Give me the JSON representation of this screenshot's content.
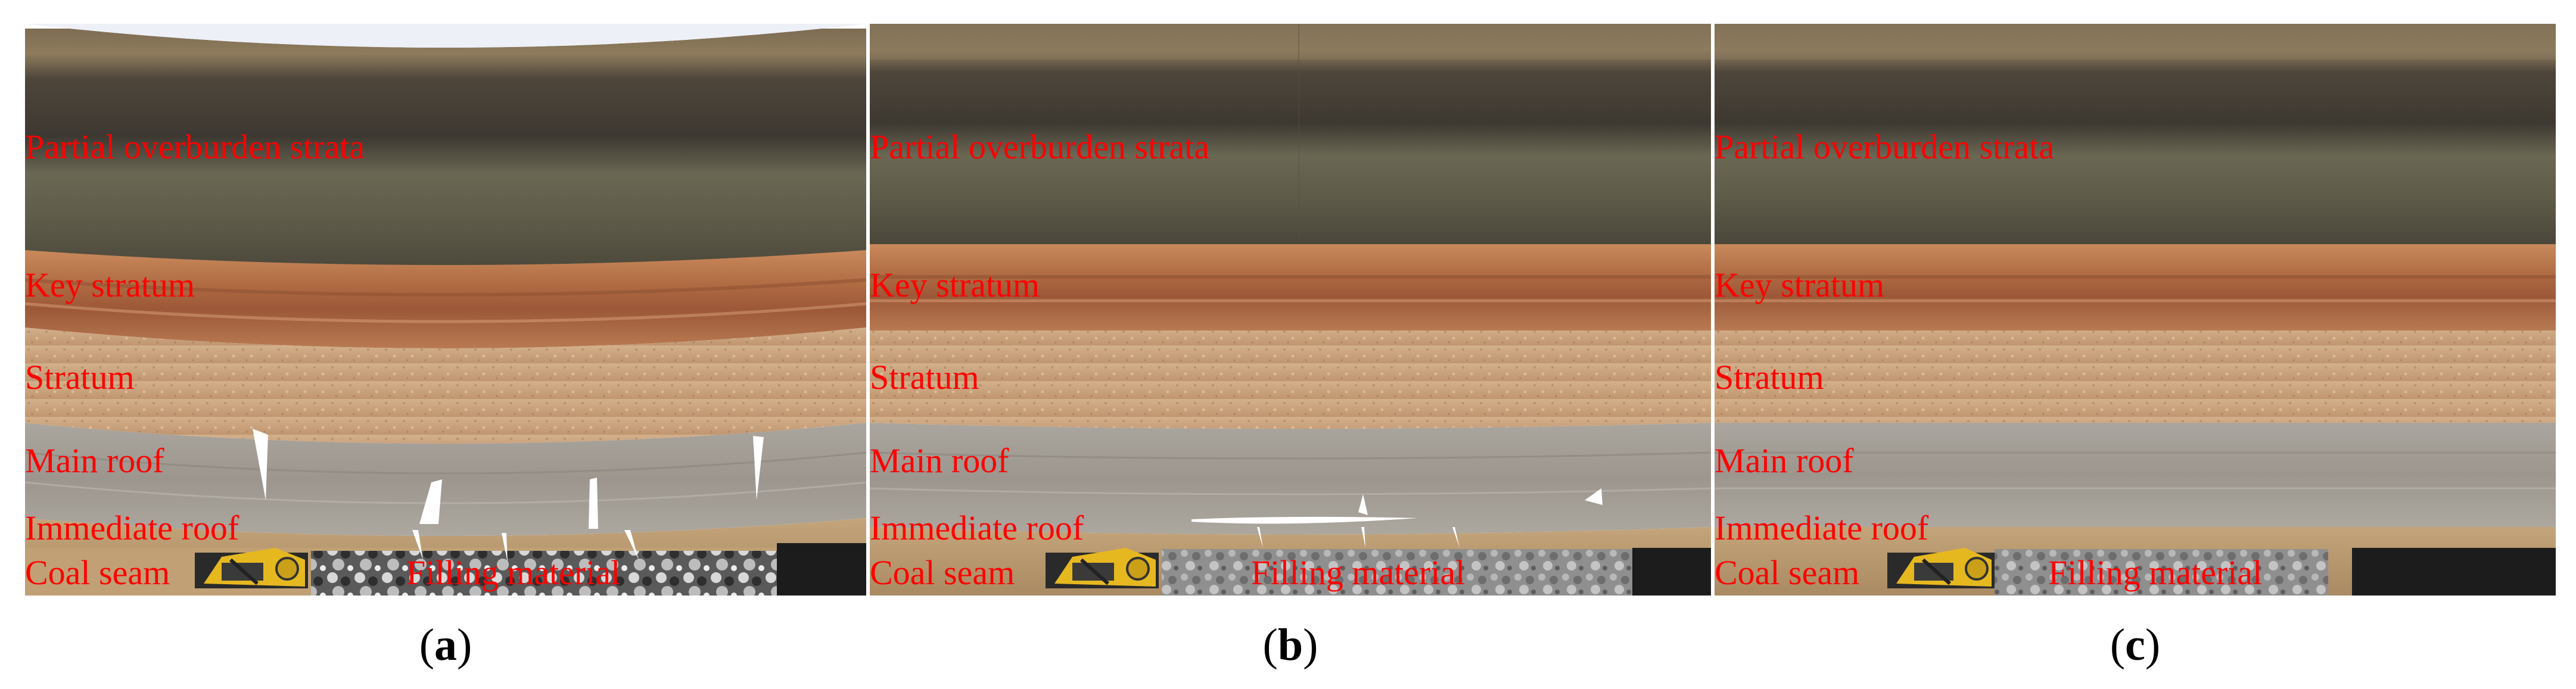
{
  "layers": {
    "overburden": "Partial overburden strata",
    "key": "Key stratum",
    "stratum": "Stratum",
    "main_roof": "Main roof",
    "immediate_roof": "Immediate roof",
    "coal": "Coal seam",
    "filling": "Filling material"
  },
  "panels": [
    {
      "letter": "a"
    },
    {
      "letter": "b"
    },
    {
      "letter": "c"
    }
  ],
  "colors": {
    "label": "#ff0000",
    "key_stratum": "#b8744a",
    "stratum": "#c9a27a",
    "main_roof": "#a8a39c",
    "immediate_roof": "#b89870",
    "coal": "#1e1e1e",
    "filling": "#8e8e8e",
    "miner": "#e6b820"
  },
  "icons": {
    "miner": "shearer-machine-icon",
    "fracture": "fracture-crack-icon"
  }
}
